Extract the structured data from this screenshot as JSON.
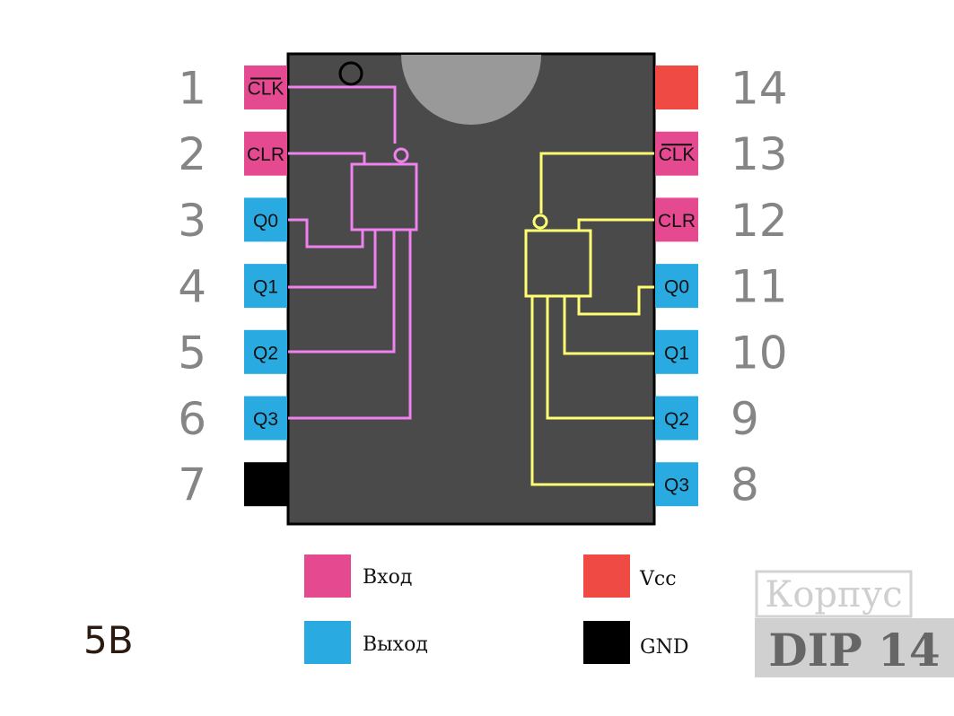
{
  "colors": {
    "input": "#e5498f",
    "output": "#29abe2",
    "vcc": "#f04a44",
    "gnd": "#000000",
    "body": "#4a4a4a",
    "notch": "#999999",
    "counter_left": "#ee82ee",
    "counter_right": "#ffff73"
  },
  "pins_left": [
    {
      "num": "1",
      "label": "CLK",
      "overline": true,
      "type": "input"
    },
    {
      "num": "2",
      "label": "CLR",
      "overline": false,
      "type": "input"
    },
    {
      "num": "3",
      "label": "Q0",
      "overline": false,
      "type": "output"
    },
    {
      "num": "4",
      "label": "Q1",
      "overline": false,
      "type": "output"
    },
    {
      "num": "5",
      "label": "Q2",
      "overline": false,
      "type": "output"
    },
    {
      "num": "6",
      "label": "Q3",
      "overline": false,
      "type": "output"
    },
    {
      "num": "7",
      "label": "",
      "overline": false,
      "type": "gnd"
    }
  ],
  "pins_right": [
    {
      "num": "14",
      "label": "",
      "overline": false,
      "type": "vcc"
    },
    {
      "num": "13",
      "label": "CLK",
      "overline": true,
      "type": "input"
    },
    {
      "num": "12",
      "label": "CLR",
      "overline": false,
      "type": "input"
    },
    {
      "num": "11",
      "label": "Q0",
      "overline": false,
      "type": "output"
    },
    {
      "num": "10",
      "label": "Q1",
      "overline": false,
      "type": "output"
    },
    {
      "num": "9",
      "label": "Q2",
      "overline": false,
      "type": "output"
    },
    {
      "num": "8",
      "label": "Q3",
      "overline": false,
      "type": "output"
    }
  ],
  "legend": {
    "input": "Вход",
    "output": "Выход",
    "vcc": "Vcc",
    "gnd": "GND"
  },
  "voltage": "5В",
  "package": {
    "title": "Корпус",
    "type": "DIP 14"
  }
}
